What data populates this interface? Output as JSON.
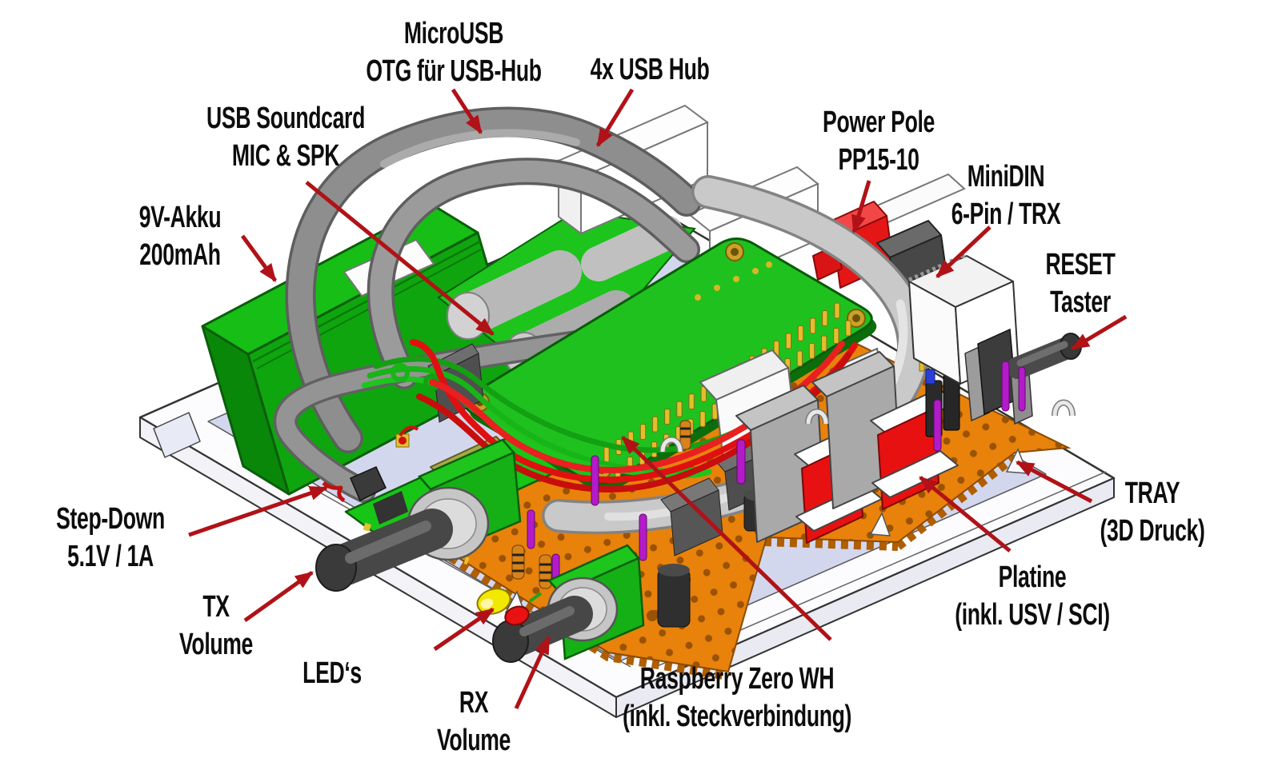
{
  "annotations": {
    "microusb": {
      "line1": "MicroUSB",
      "line2": "OTG für USB-Hub"
    },
    "usbhub": {
      "line1": "4x USB Hub"
    },
    "soundcard": {
      "line1": "USB Soundcard",
      "line2": "MIC & SPK"
    },
    "powerpole": {
      "line1": "Power Pole",
      "line2": "PP15-10"
    },
    "minidin": {
      "line1": "MiniDIN",
      "line2": "6-Pin / TRX"
    },
    "battery": {
      "line1": "9V-Akku",
      "line2": "200mAh"
    },
    "reset": {
      "line1": "RESET",
      "line2": "Taster"
    },
    "stepdown": {
      "line1": "Step-Down",
      "line2": "5.1V / 1A"
    },
    "tx": {
      "line1": "TX",
      "line2": "Volume"
    },
    "leds": {
      "line1": "LED‘s"
    },
    "rx": {
      "line1": "RX",
      "line2": "Volume"
    },
    "raspberry": {
      "line1": "Raspberry Zero WH",
      "line2": "(inkl. Steckverbindung)"
    },
    "tray": {
      "line1": "TRAY",
      "line2": "(3D Druck)"
    },
    "platine": {
      "line1": "Platine",
      "line2": "(inkl. USV / SCI)"
    }
  },
  "colors": {
    "arrow": "#B01217",
    "label_text": "#0D0D0D",
    "pi_board_green": "#1FC11F",
    "battery_green": "#0FA50F",
    "perfboard_orange": "#E8820B",
    "tray_lavender": "#D3D7EE",
    "cable_gray": "#8E8E8E",
    "connector_red": "#E51616",
    "transformer_red": "#E81111",
    "led_yellow": "#F2E800",
    "led_red": "#E81212",
    "pin_gold": "#E3BE2D",
    "pin_purple": "#B41BC8"
  }
}
